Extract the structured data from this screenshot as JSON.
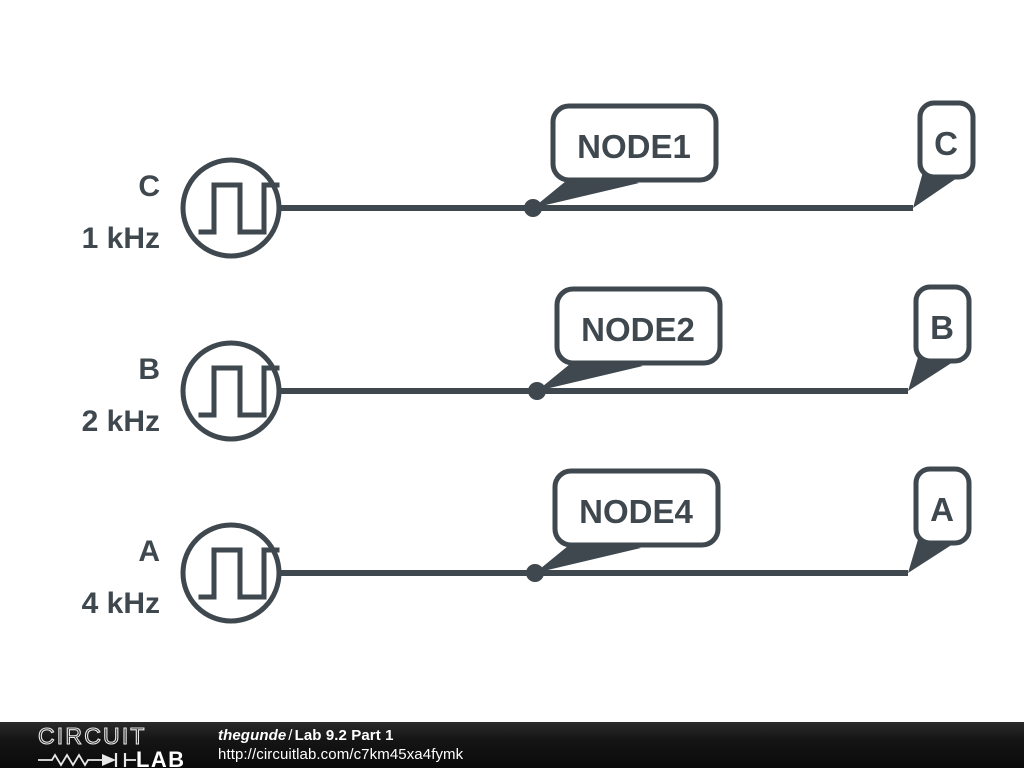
{
  "document": {
    "background_color": "#ffffff",
    "ink_color": "#3e484e",
    "title": "Lab 9.2 Part 1"
  },
  "schematic": {
    "rows": [
      {
        "source_label": "C",
        "source_frequency": "1 kHz",
        "source_symbol": "square-wave-voltage-source",
        "node_label": "NODE1",
        "terminal_label": "C"
      },
      {
        "source_label": "B",
        "source_frequency": "2 kHz",
        "source_symbol": "square-wave-voltage-source",
        "node_label": "NODE2",
        "terminal_label": "B"
      },
      {
        "source_label": "A",
        "source_frequency": "4 kHz",
        "source_symbol": "square-wave-voltage-source",
        "node_label": "NODE4",
        "terminal_label": "A"
      }
    ]
  },
  "footer": {
    "logo_word_top": "CIRCUIT",
    "logo_word_bottom": "LAB",
    "logo_symbols": "resistor-diode-capacitor",
    "username": "thegunde",
    "separator": "/",
    "project_title": "Lab 9.2 Part 1",
    "url": "http://circuitlab.com/c7km45xa4fymk",
    "background_color": "#0f0f0f",
    "text_color": "#ffffff"
  }
}
